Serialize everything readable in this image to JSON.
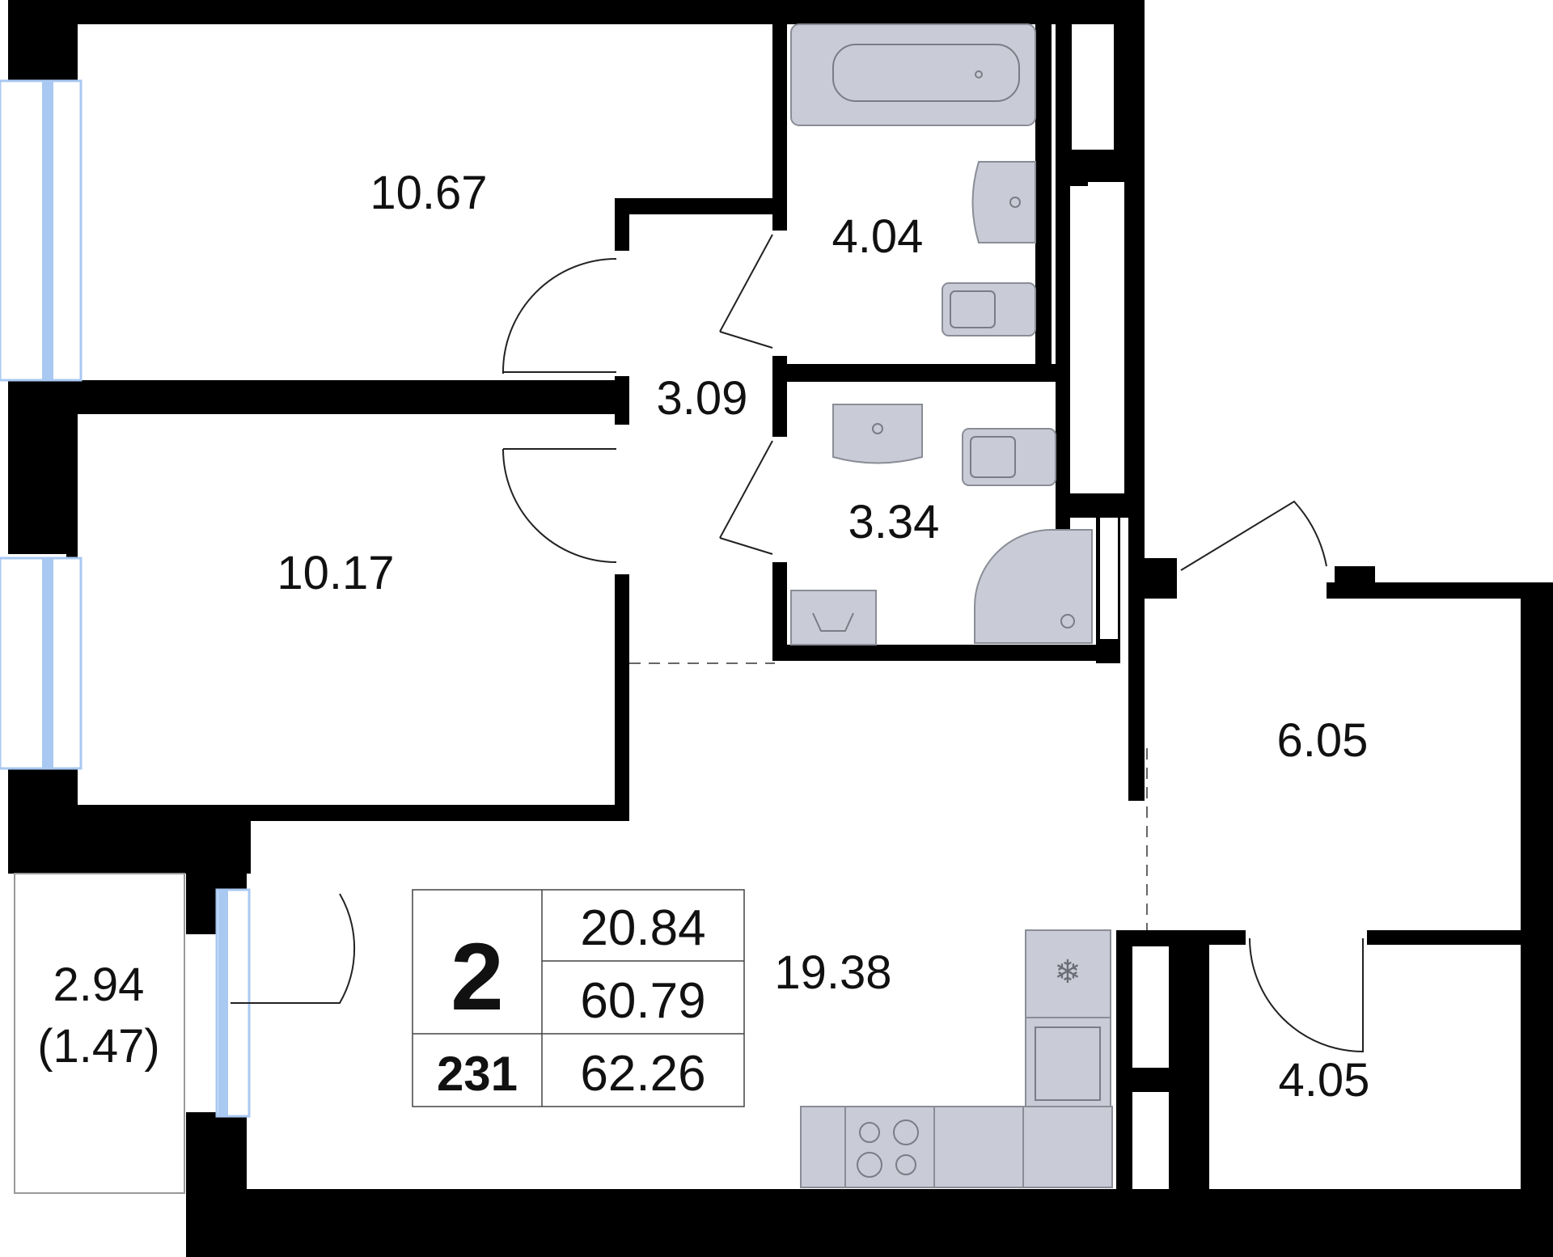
{
  "rooms": {
    "bedroom_1": "10.67",
    "bedroom_2": "10.17",
    "bathroom": "4.04",
    "hallway": "3.09",
    "shower_room": "3.34",
    "living_kitchen": "19.38",
    "entrance_hall": "6.05",
    "storage": "4.05",
    "balcony_area": "2.94",
    "balcony_reduced": "(1.47)"
  },
  "info_box": {
    "room_count": "2",
    "apartment_number": "231",
    "living_area": "20.84",
    "total_area": "60.79",
    "total_area_with_balcony": "62.26"
  },
  "colors": {
    "wall": "#000000",
    "fixture_fill": "#c9ccd6",
    "window_glass": "#a9c8f2",
    "background": "#ffffff"
  }
}
